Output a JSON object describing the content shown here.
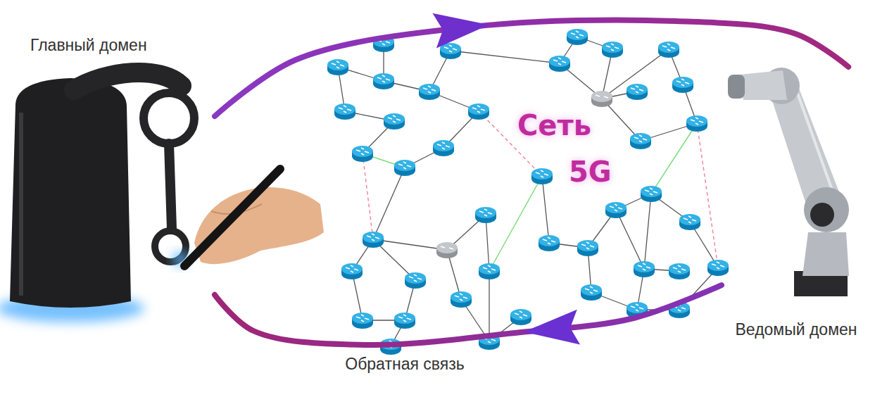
{
  "diagram": {
    "nodes": [
      {
        "text": [
          "Главный домен"
        ]
      },
      {
        "text": [
          "Ведомый домен"
        ]
      }
    ],
    "edges": [
      {
        "from": 0,
        "to": 1,
        "arrow": "to"
      },
      {
        "from": 1,
        "to": 0,
        "arrow": "to",
        "label": "Обратная связь"
      }
    ],
    "labels": [
      "Сеть 5G"
    ]
  }
}
